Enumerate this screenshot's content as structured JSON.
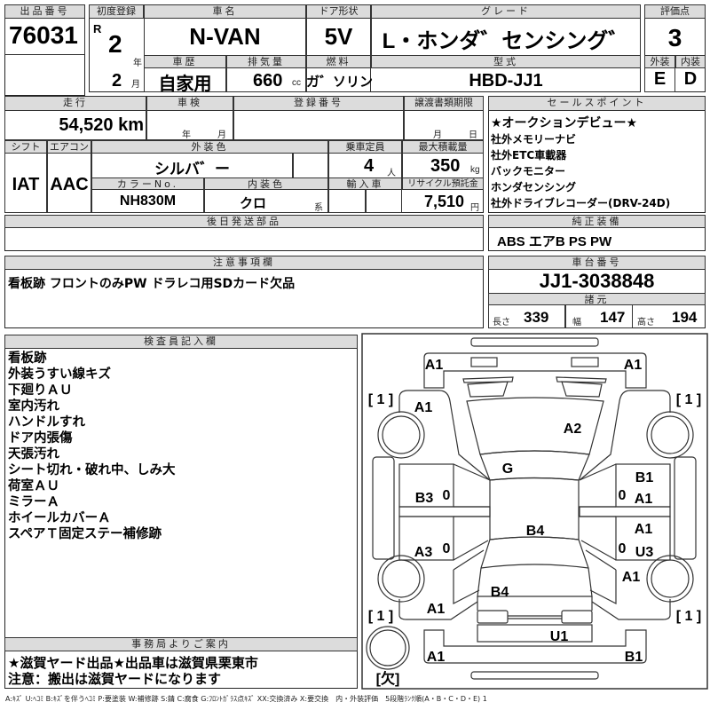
{
  "lot": {
    "label": "出品番号",
    "value": "76031"
  },
  "first_reg": {
    "label": "初度登録",
    "era": "R",
    "year": "2",
    "year_unit": "年",
    "month": "2",
    "month_unit": "月"
  },
  "car_name": {
    "label": "車名",
    "value": "N-VAN"
  },
  "door": {
    "label": "ドア形状",
    "value": "5V"
  },
  "grade": {
    "label": "グレード",
    "value": "L・ホンダ゛センシング゛"
  },
  "history": {
    "label": "車歴",
    "value": "自家用"
  },
  "displacement": {
    "label": "排気量",
    "value": "660",
    "unit": "cc"
  },
  "fuel": {
    "label": "燃料",
    "value": "ガ゛ソリン"
  },
  "model": {
    "label": "型式",
    "value": "HBD-JJ1"
  },
  "score": {
    "label": "評価点",
    "value": "3",
    "ext_label": "外装",
    "int_label": "内装",
    "ext": "E",
    "int": "D"
  },
  "mileage": {
    "label": "走行",
    "value": "54,520 km"
  },
  "inspection": {
    "label": "車検",
    "year_unit": "年",
    "month_unit": "月"
  },
  "reg_no": {
    "label": "登録番号"
  },
  "transfer": {
    "label": "譲渡書類期限",
    "month_unit": "月",
    "day_unit": "日"
  },
  "shift": {
    "label": "シフト",
    "value": "IAT"
  },
  "aircon": {
    "label": "エアコン",
    "value": "AAC"
  },
  "ext_color": {
    "label": "外装色",
    "value": "シルバ゛ー"
  },
  "capacity": {
    "label": "乗車定員",
    "value": "4",
    "unit": "人"
  },
  "max_load": {
    "label": "最大積載量",
    "value": "350",
    "unit": "kg"
  },
  "color_no": {
    "label": "カラーNo.",
    "value": "NH830M"
  },
  "int_color": {
    "label": "内装色",
    "value": "クロ",
    "unit": "系"
  },
  "import": {
    "label": "輸入車"
  },
  "recycle": {
    "label": "リサイクル預託金",
    "value": "7,510",
    "unit": "円"
  },
  "sales_points": {
    "label": "セールスポイント",
    "items": [
      "★オークションデビュー★",
      "社外メモリーナビ",
      "社外ETC車載器",
      "バックモニター",
      "ホンダセンシング",
      "社外ドライブレコーダー(DRV-24D)"
    ]
  },
  "later_parts": {
    "label": "後日発送部品"
  },
  "equipment": {
    "label": "純正装備",
    "value": "ABS エアB PS PW"
  },
  "notes": {
    "label": "注意事項欄",
    "value": "看板跡 フロントのみPW ドラレコ用SDカード欠品"
  },
  "chassis": {
    "label": "車台番号",
    "value": "JJ1-3038848"
  },
  "specs": {
    "label": "諸元",
    "length_label": "長さ",
    "length": "339",
    "width_label": "幅",
    "width": "147",
    "height_label": "高さ",
    "height": "194"
  },
  "inspector": {
    "label": "検査員記入欄",
    "items": [
      "看板跡",
      "外装うすい線キズ",
      "下廻りＡＵ",
      "室内汚れ",
      "ハンドルすれ",
      "ドア内張傷",
      "天張汚れ",
      "シート切れ・破れ中、しみ大",
      "荷室ＡＵ",
      "ミラーＡ",
      "ホイールカバーＡ",
      "スペアＴ固定ステー補修跡"
    ]
  },
  "office": {
    "label": "事務局よりご案内",
    "lines": [
      "★滋賀ヤード出品★出品車は滋賀県栗東市",
      "注意：搬出は滋賀ヤードになります"
    ]
  },
  "diagram": {
    "marks": [
      "A1",
      "A1",
      "A1",
      "A2",
      "G",
      "B3",
      "B1",
      "A1",
      "B4",
      "A3",
      "A1",
      "U3",
      "A1",
      "B4",
      "A1",
      "U1",
      "A1",
      "B1"
    ],
    "tire_fl": "[ 1 ]",
    "tire_fr": "[ 1 ]",
    "tire_rl": "[ 1 ]",
    "tire_rr": "[ 1 ]",
    "spare": "[欠]",
    "zero": "0"
  },
  "legend": "A:ｷｽﾞ U:ﾍｺﾐ B:ｷｽﾞを伴うﾍｺﾐ P:要塗装 W:補修跡 S:錆 C:腐食 G:ﾌﾛﾝﾄｶﾞﾗｽ点ｷｽﾞ XX:交換済み X:要交換　内・外装評価　5段階ﾗﾝｸ順(A・B・C・D・E) 1"
}
